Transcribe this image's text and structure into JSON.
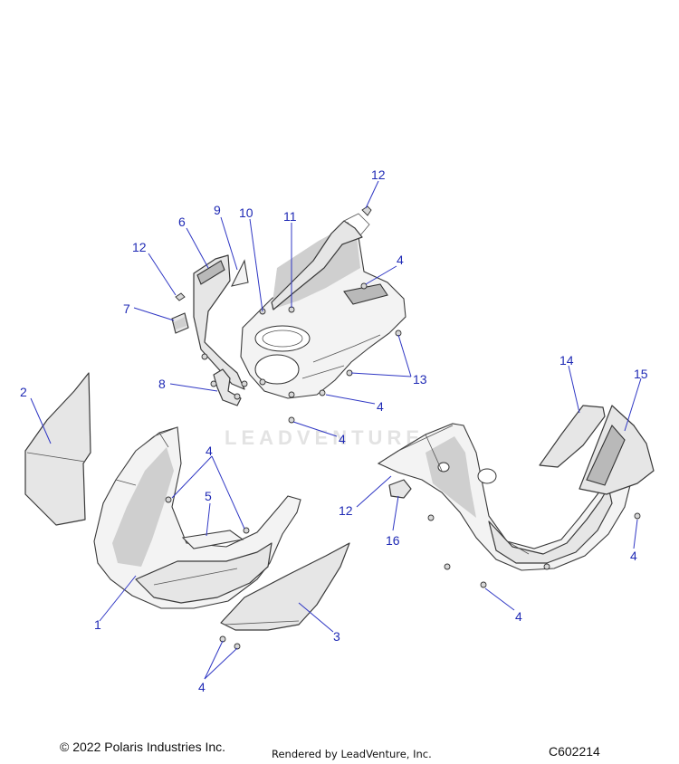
{
  "callouts": [
    {
      "id": "c12a",
      "text": "12"
    },
    {
      "id": "c9",
      "text": "9"
    },
    {
      "id": "c10",
      "text": "10"
    },
    {
      "id": "c11",
      "text": "11"
    },
    {
      "id": "c6",
      "text": "6"
    },
    {
      "id": "c12b",
      "text": "12"
    },
    {
      "id": "c4a",
      "text": "4"
    },
    {
      "id": "c7",
      "text": "7"
    },
    {
      "id": "c13",
      "text": "13"
    },
    {
      "id": "c8",
      "text": "8"
    },
    {
      "id": "c4b",
      "text": "4"
    },
    {
      "id": "c4c",
      "text": "4"
    },
    {
      "id": "c2",
      "text": "2"
    },
    {
      "id": "c14",
      "text": "14"
    },
    {
      "id": "c15",
      "text": "15"
    },
    {
      "id": "c4d",
      "text": "4"
    },
    {
      "id": "c5",
      "text": "5"
    },
    {
      "id": "c12c",
      "text": "12"
    },
    {
      "id": "c16",
      "text": "16"
    },
    {
      "id": "c4e",
      "text": "4"
    },
    {
      "id": "c1",
      "text": "1"
    },
    {
      "id": "c4f",
      "text": "4"
    },
    {
      "id": "c3",
      "text": "3"
    },
    {
      "id": "c4g",
      "text": "4"
    }
  ],
  "watermark": "LEADVENTURE",
  "footer": {
    "copyright": "© 2022 Polaris Industries Inc.",
    "rendered_by": "Rendered by LeadVenture, Inc.",
    "diagram_id": "C602214"
  },
  "colors": {
    "callout": "#1f2ab5",
    "leader": "#2f37c4",
    "part_fill": "#e6e6e6",
    "outline": "#3a3a3a"
  }
}
